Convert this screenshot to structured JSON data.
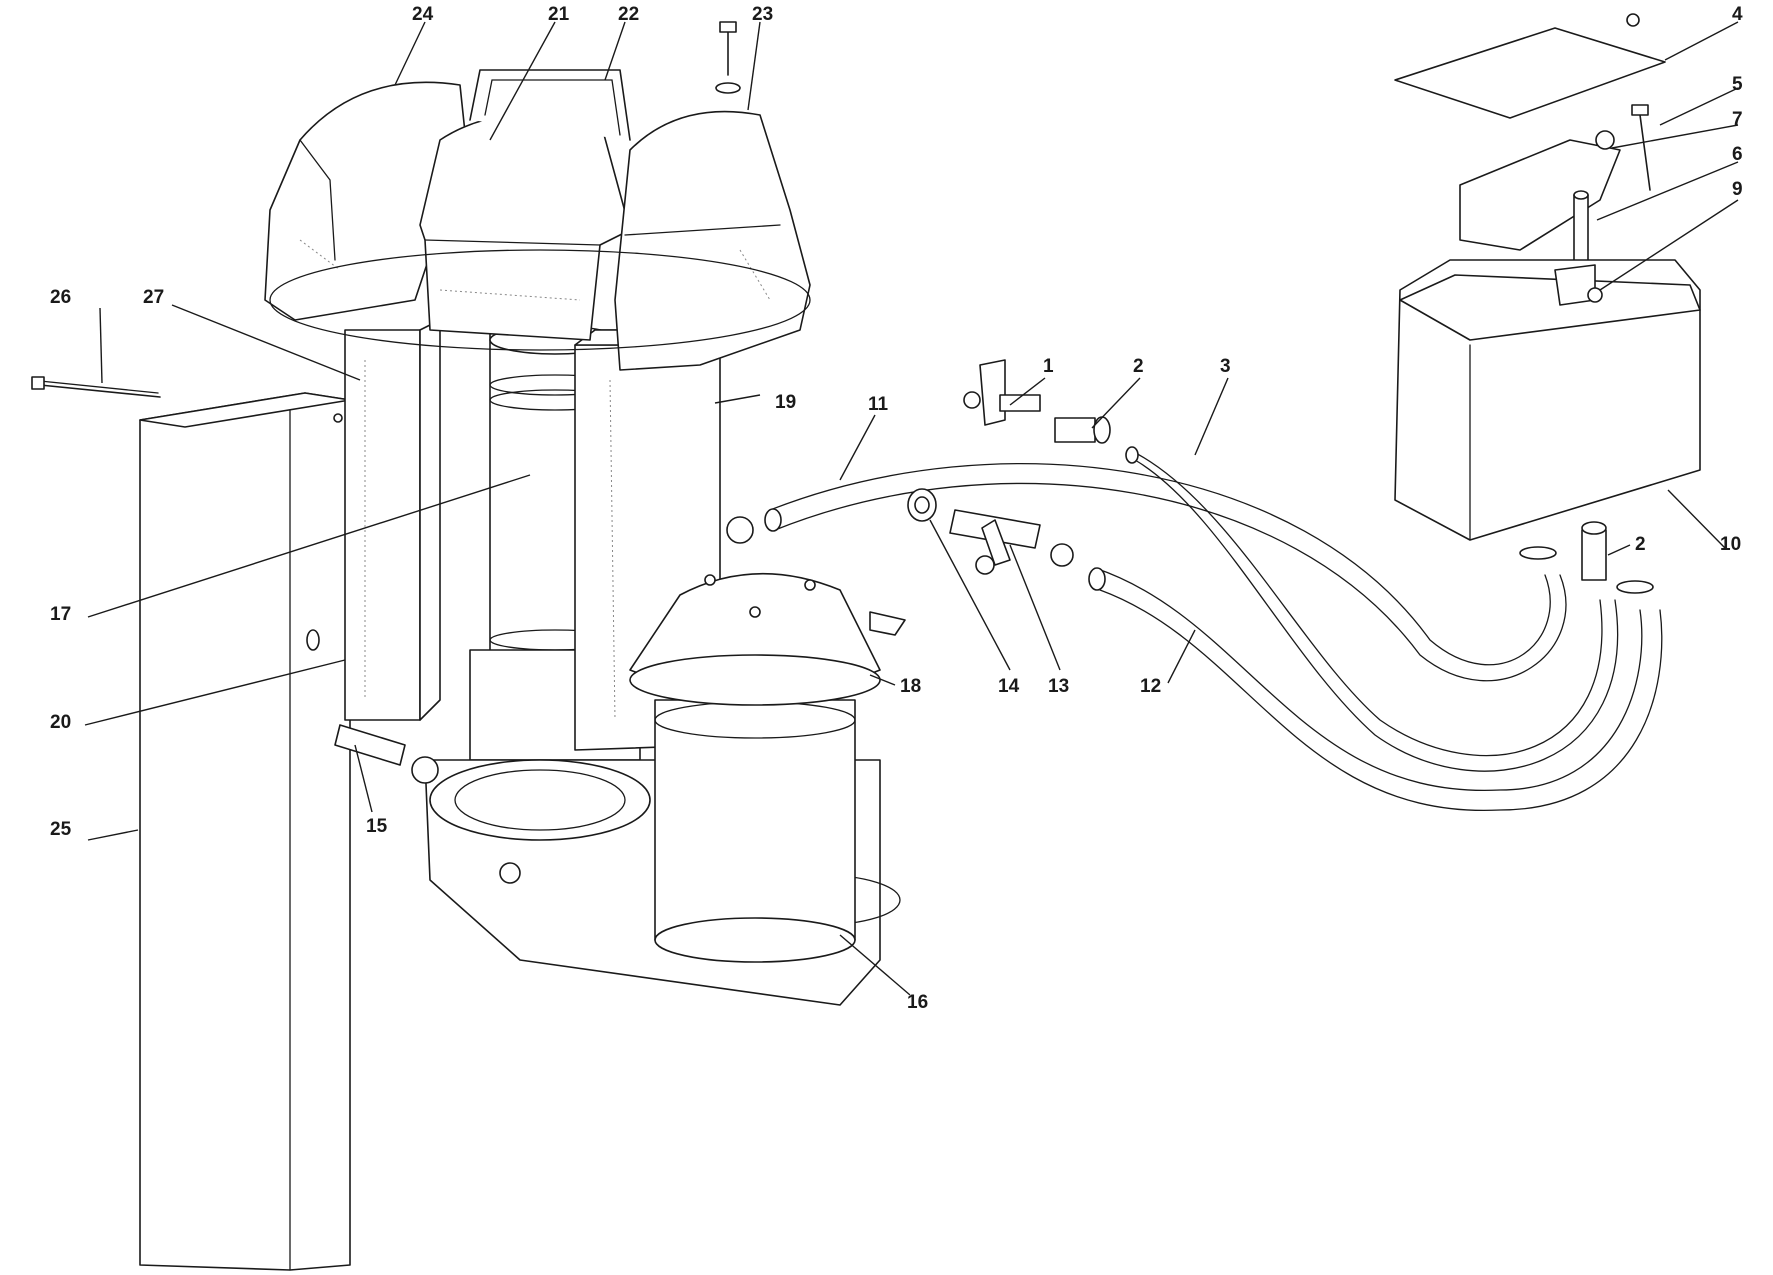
{
  "diagram": {
    "callouts": [
      "1",
      "2",
      "3",
      "4",
      "5",
      "6",
      "7",
      "9",
      "10",
      "11",
      "12",
      "13",
      "14",
      "15",
      "16",
      "17",
      "18",
      "19",
      "20",
      "21",
      "22",
      "23",
      "24",
      "25",
      "26",
      "27"
    ],
    "callout_2_second": "2"
  }
}
